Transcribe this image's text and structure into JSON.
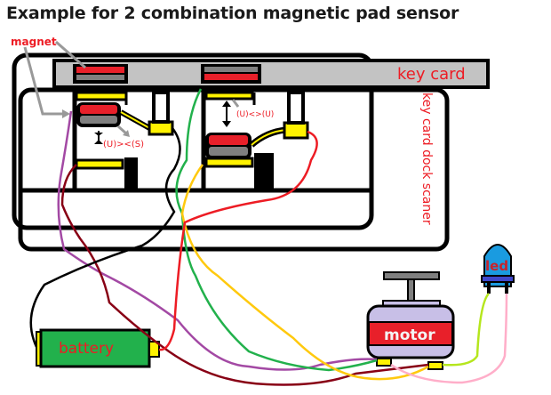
{
  "title": "Example for 2 combination magnetic pad sensor",
  "labels": {
    "magnet": "magnet",
    "key_card": "key card",
    "dock": "key card dock scaner",
    "sensor1_state": "(U)><(S)",
    "sensor2_state": "(U)<>(U)",
    "battery": "battery",
    "motor": "motor",
    "led": "led"
  },
  "colors": {
    "magnet_red": "#e8202a",
    "magnet_gray": "#7f7f7f",
    "card_gray": "#c3c3c3",
    "contact_yellow": "#fff200",
    "battery_green": "#22b14c",
    "motor_lavender": "#c8bfe7",
    "led_blue": "#1a9be0",
    "label_red": "#ed1c24",
    "wire_purple": "#a349a4",
    "wire_darkred": "#880015",
    "wire_black": "#000000",
    "wire_green": "#22b14c",
    "wire_yellow": "#ffc90e",
    "wire_red": "#ed1c24",
    "wire_lime": "#b5e61d",
    "wire_pink": "#ffaec9"
  }
}
